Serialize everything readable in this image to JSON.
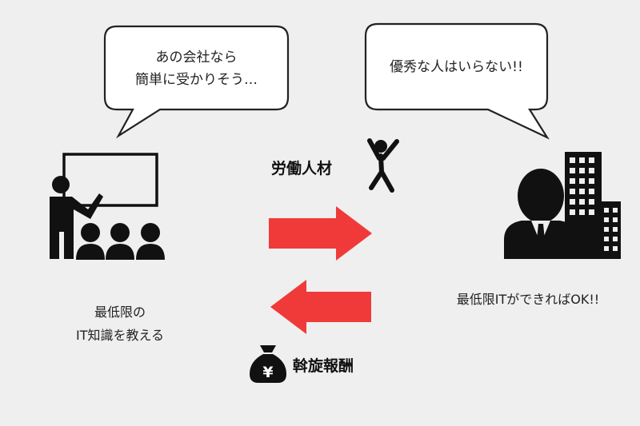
{
  "left_bubble": {
    "lines": [
      "あの会社なら",
      "簡単に受かりそう…"
    ]
  },
  "right_bubble": {
    "text": "優秀な人はいらない!!"
  },
  "labor_label": "労働人材",
  "reward_label": "斡旋報酬",
  "left_caption": {
    "lines": [
      "最低限の",
      "IT知識を教える"
    ]
  },
  "right_caption": "最低限ITができればOK!!",
  "arrow_color": "#f03a3a",
  "icons": [
    "teacher-icon",
    "students-icon",
    "jumping-person-icon",
    "businessman-icon",
    "building-icon",
    "money-bag-icon",
    "yen-icon"
  ]
}
